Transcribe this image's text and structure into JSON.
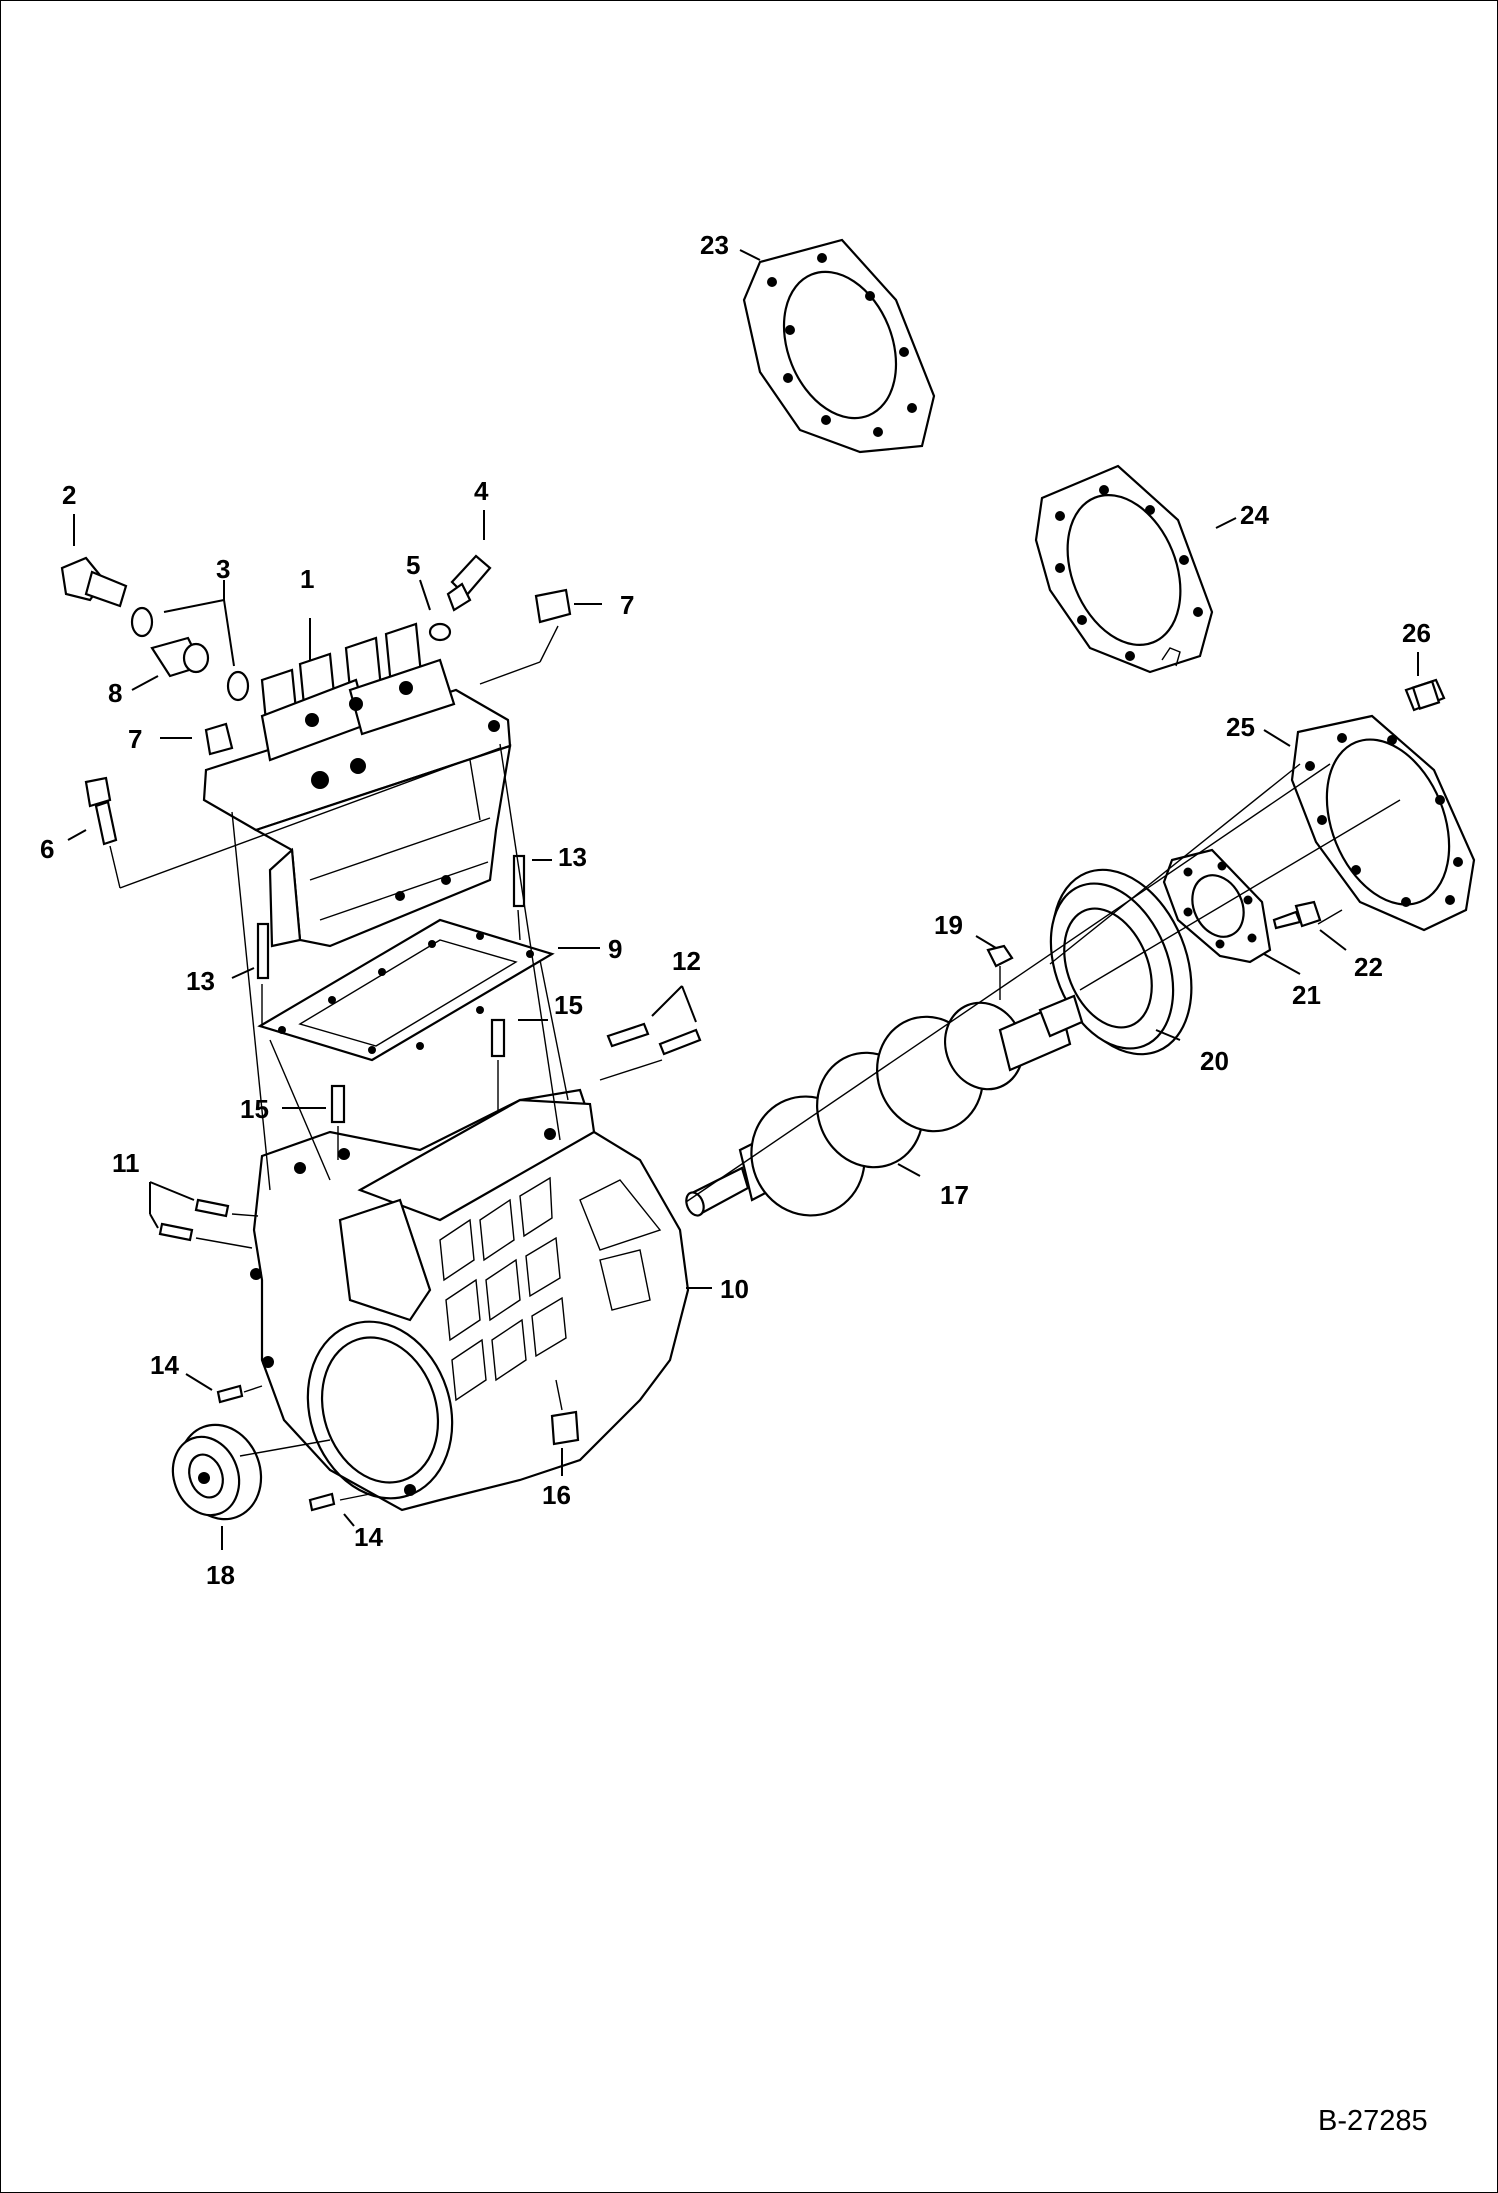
{
  "figure_id": "B-27285",
  "callouts": {
    "c1": "1",
    "c2": "2",
    "c3": "3",
    "c4": "4",
    "c5": "5",
    "c6": "6",
    "c7a": "7",
    "c7b": "7",
    "c8": "8",
    "c9": "9",
    "c10": "10",
    "c11": "11",
    "c12": "12",
    "c13a": "13",
    "c13b": "13",
    "c14a": "14",
    "c14b": "14",
    "c15a": "15",
    "c15b": "15",
    "c16": "16",
    "c17": "17",
    "c18": "18",
    "c19": "19",
    "c20": "20",
    "c21": "21",
    "c22": "22",
    "c23": "23",
    "c24": "24",
    "c25": "25",
    "c26": "26"
  }
}
